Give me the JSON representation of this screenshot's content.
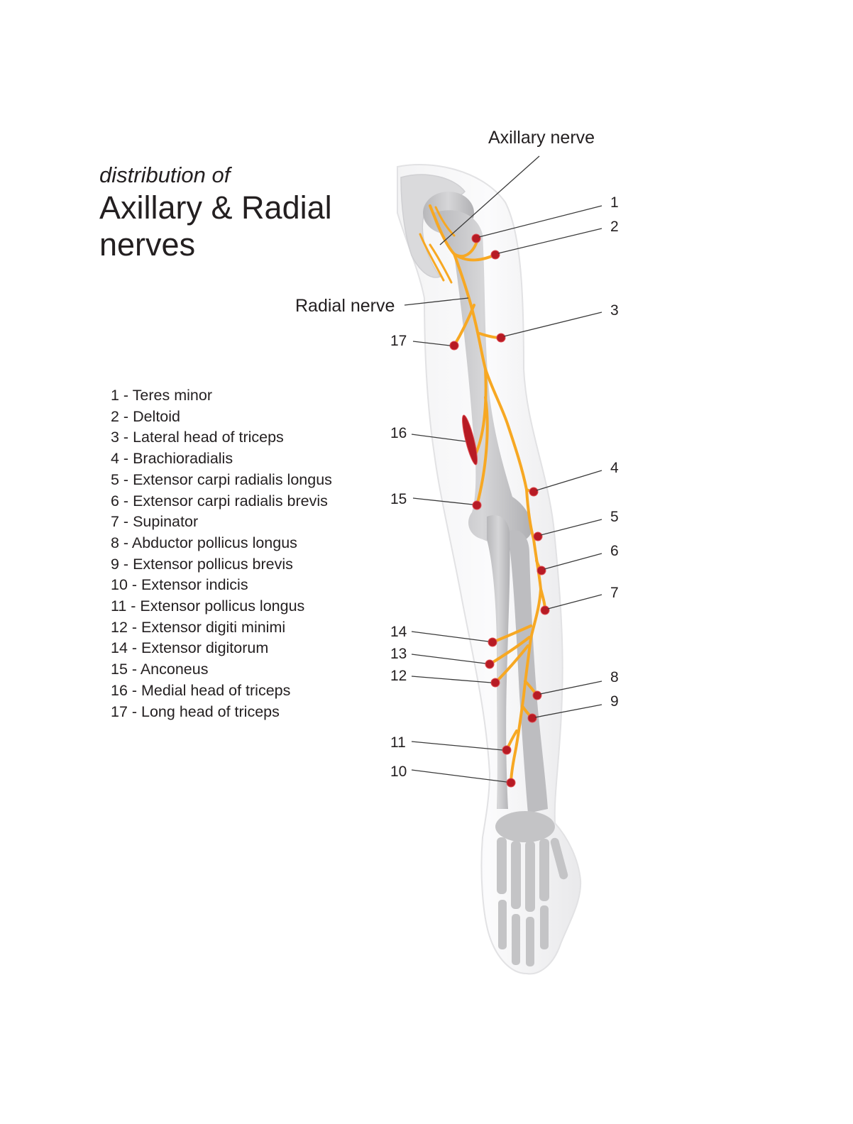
{
  "heading": {
    "subtitle": "distribution of",
    "title_line1": "Axillary & Radial",
    "title_line2": "nerves"
  },
  "nerve_labels": {
    "axillary": "Axillary nerve",
    "radial": "Radial nerve"
  },
  "legend": [
    "1 - Teres minor",
    "2 - Deltoid",
    "3 - Lateral head of triceps",
    "4 - Brachioradialis",
    "5 - Extensor carpi radialis longus",
    "6 - Extensor carpi radialis brevis",
    "7 - Supinator",
    "8 - Abductor pollicus longus",
    "9 - Extensor pollicus brevis",
    "10 - Extensor indicis",
    "11 - Extensor pollicus longus",
    "12 - Extensor digiti minimi",
    "14 - Extensor digitorum",
    "15 - Anconeus",
    "16 - Medial head of triceps",
    "17 - Long head of triceps"
  ],
  "markers": {
    "m1": "1",
    "m2": "2",
    "m3": "3",
    "m4": "4",
    "m5": "5",
    "m6": "6",
    "m7": "7",
    "m8": "8",
    "m9": "9",
    "m10": "10",
    "m11": "11",
    "m12": "12",
    "m13": "13",
    "m14": "14",
    "m15": "15",
    "m16": "16",
    "m17": "17"
  },
  "colors": {
    "nerve": "#f7a823",
    "muscle_point": "#b71b24",
    "bone": "#c9c9cb",
    "limb_outline": "#e6e6e8"
  }
}
